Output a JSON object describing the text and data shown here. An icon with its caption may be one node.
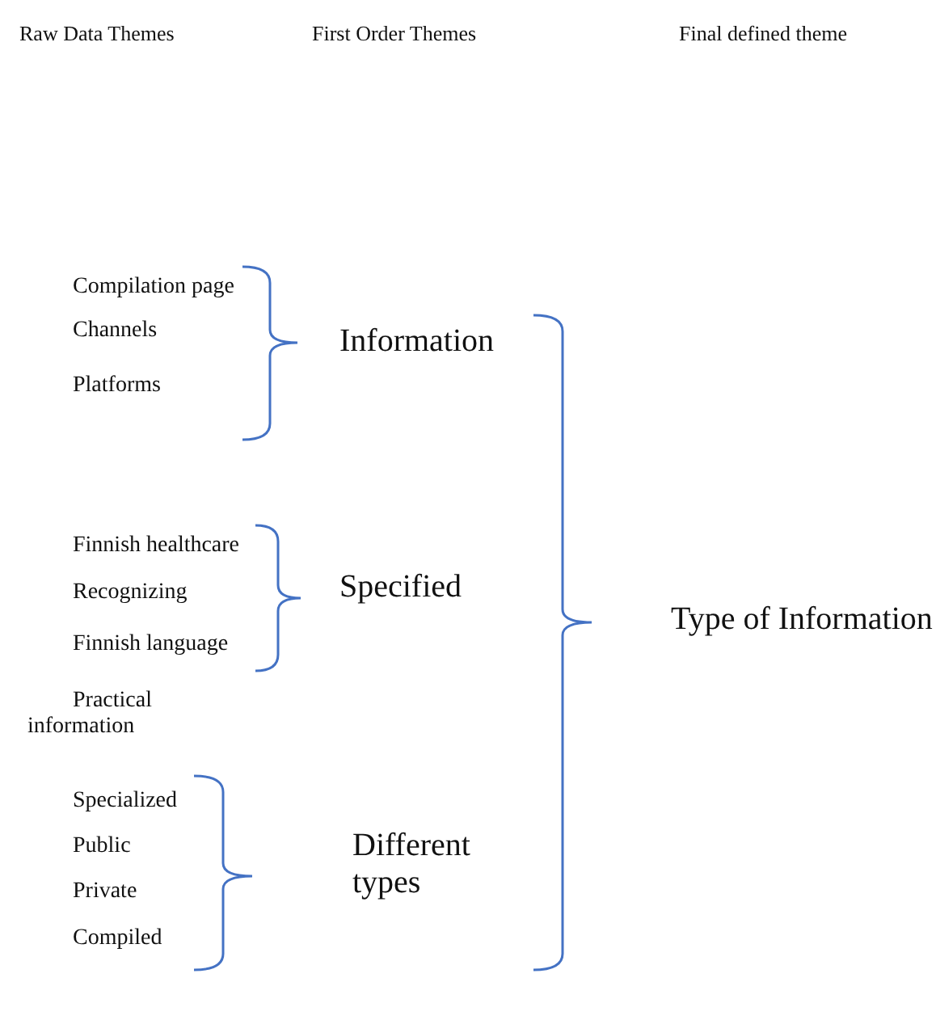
{
  "diagram": {
    "labels": [
      "Raw Data Themes",
      "First Order Themes",
      "Final defined theme",
      "Compilation page",
      "Channels",
      "Platforms",
      "Information",
      "Finnish healthcare",
      "Recognizing",
      "Finnish language",
      "Specified",
      "Practical information",
      "Specialized",
      "Public",
      "Private",
      "Compiled",
      "Different types",
      "Type of Information"
    ]
  }
}
